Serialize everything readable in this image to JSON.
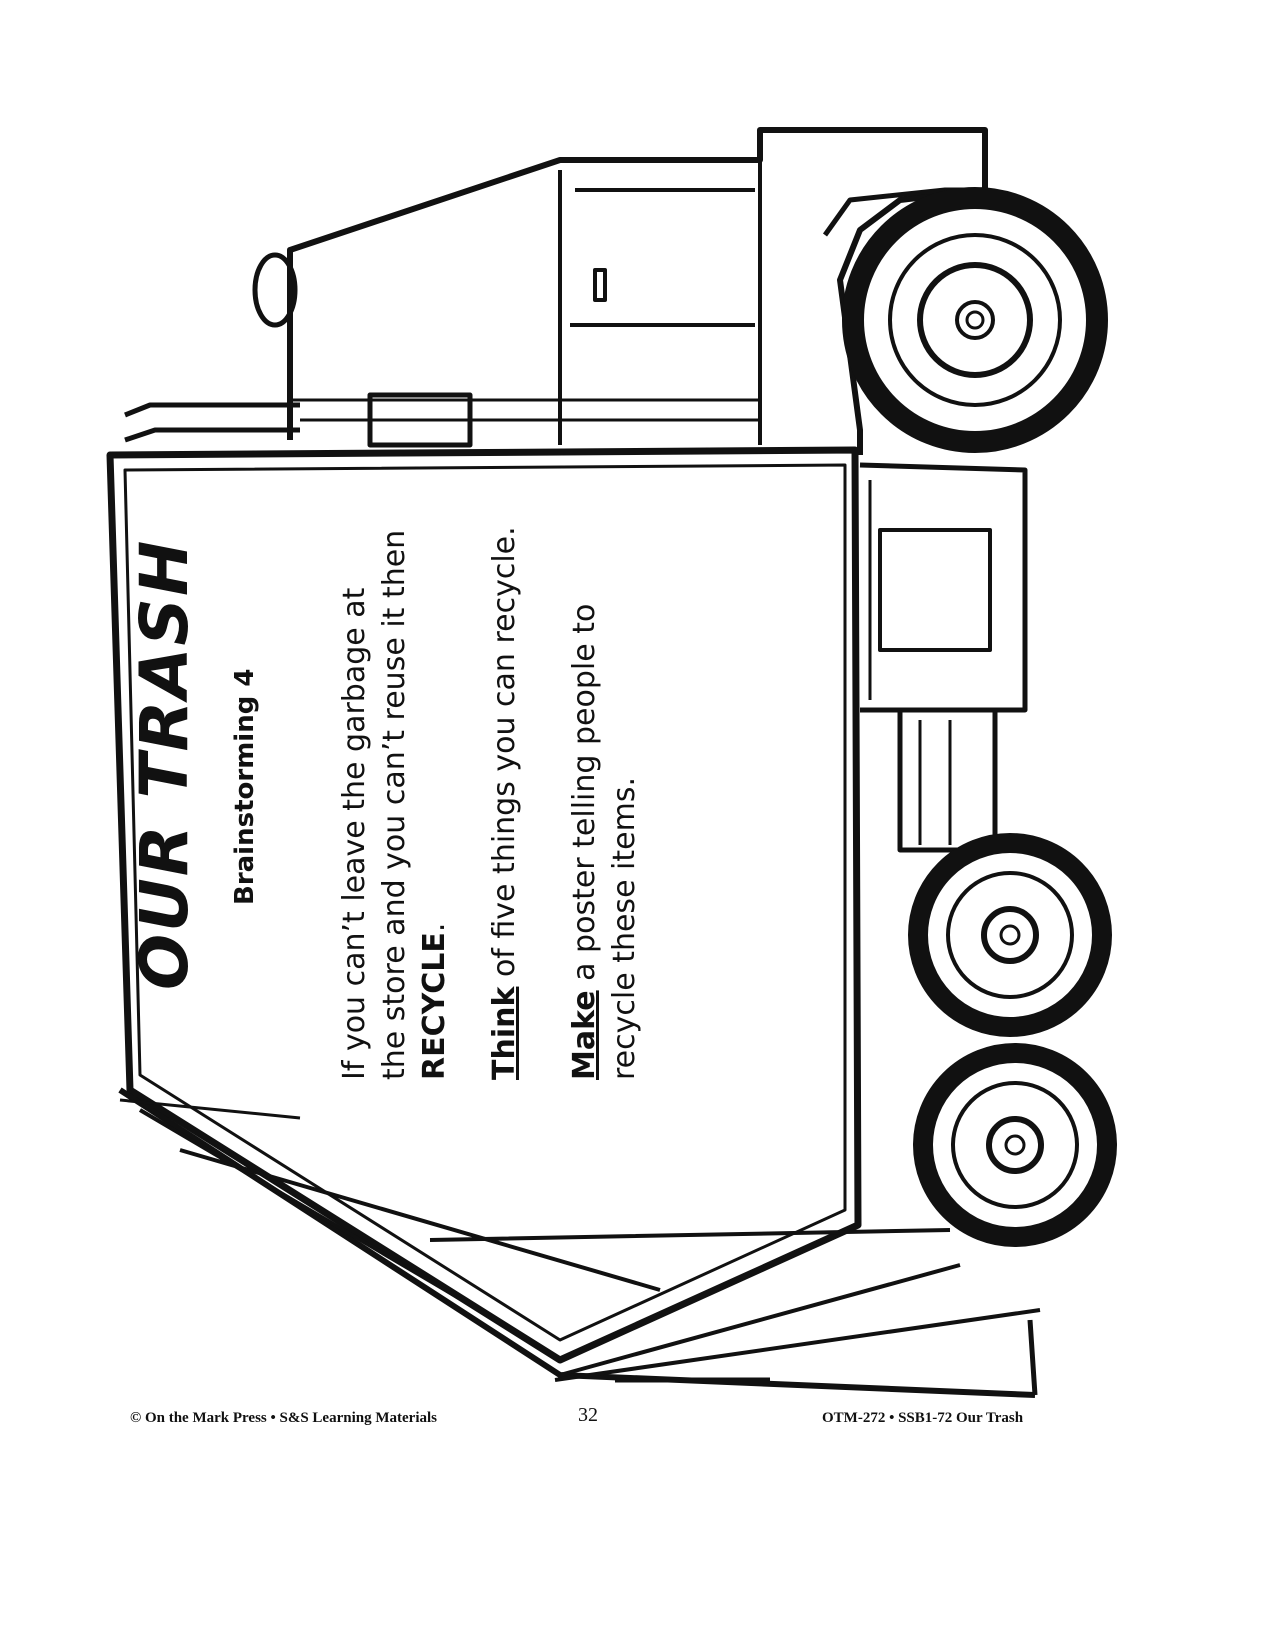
{
  "title": "OUR TRASH",
  "subtitle": "Brainstorming 4",
  "paragraph1": {
    "line1": "If you can’t leave the garbage at",
    "line2": "the store and you can’t reuse it then",
    "line3_bold": "RECYCLE",
    "line3_end": "."
  },
  "paragraph2": {
    "verb": "Think",
    "rest": " of five things you can recycle."
  },
  "paragraph3": {
    "verb": "Make",
    "line1_rest": " a poster telling people to",
    "line2": "recycle these items."
  },
  "footer": {
    "left": "© On the Mark Press • S&S Learning Materials",
    "page_number": "32",
    "right": "OTM-272 • SSB1-72 Our Trash"
  }
}
